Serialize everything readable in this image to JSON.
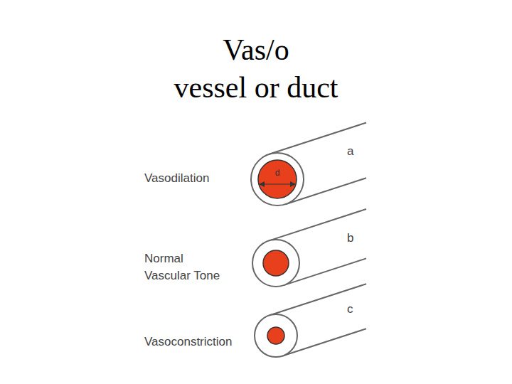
{
  "diagram": {
    "title": "Vas/o",
    "labels": [
      "vessel or duct",
      "a",
      "d",
      "Vasodilation",
      "b",
      "Normal Vascular Tone",
      "c",
      "Vasoconstriction"
    ]
  }
}
